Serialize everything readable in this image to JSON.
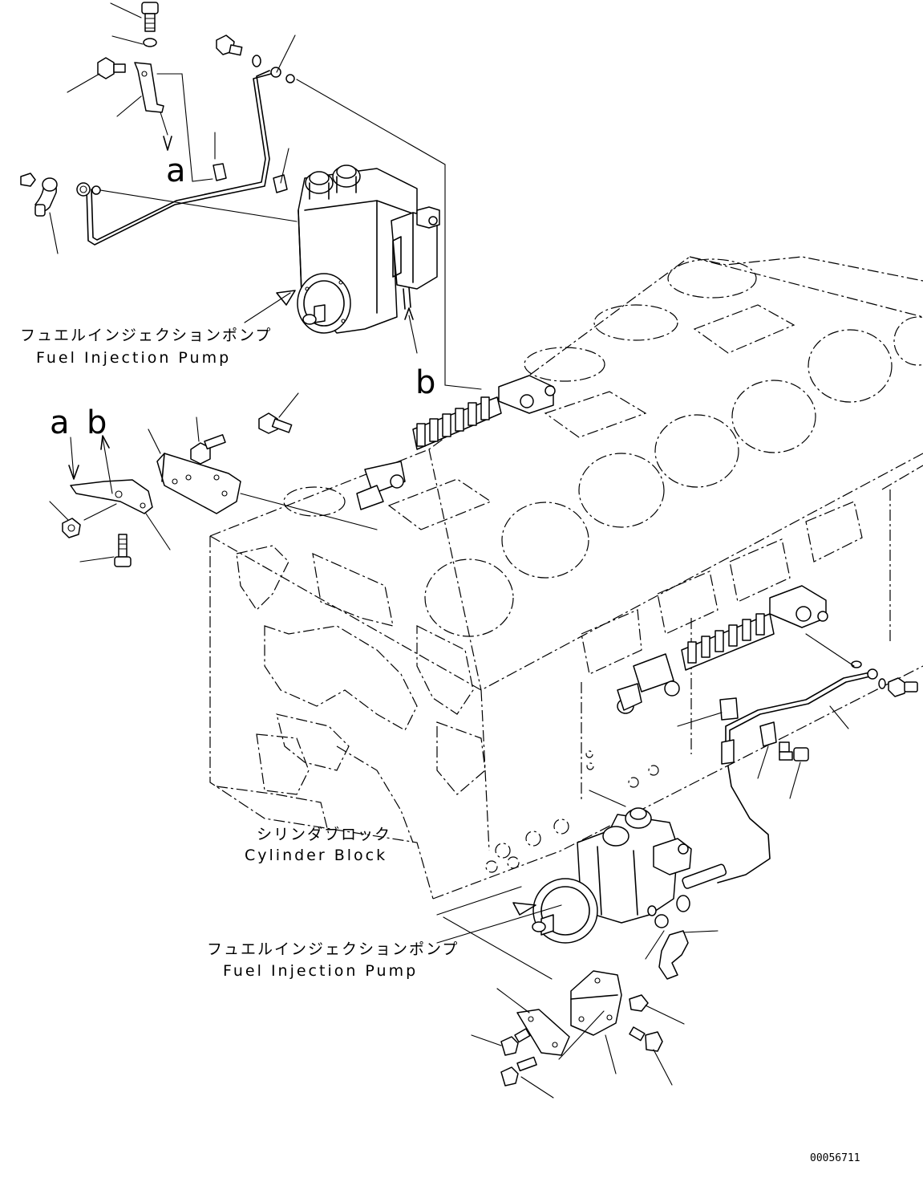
{
  "labels": {
    "pump_top_jp": "フュエルインジェクションポンプ",
    "pump_top_en": "Fuel Injection Pump",
    "pump_bottom_jp": "フュエルインジェクションポンプ",
    "pump_bottom_en": "Fuel Injection Pump",
    "block_jp": "シリンダブロック",
    "block_en": "Cylinder Block"
  },
  "refs": {
    "a_top": "a",
    "b_top": "b",
    "a_left": "a",
    "b_left": "b"
  },
  "drawing_code": "00056711"
}
